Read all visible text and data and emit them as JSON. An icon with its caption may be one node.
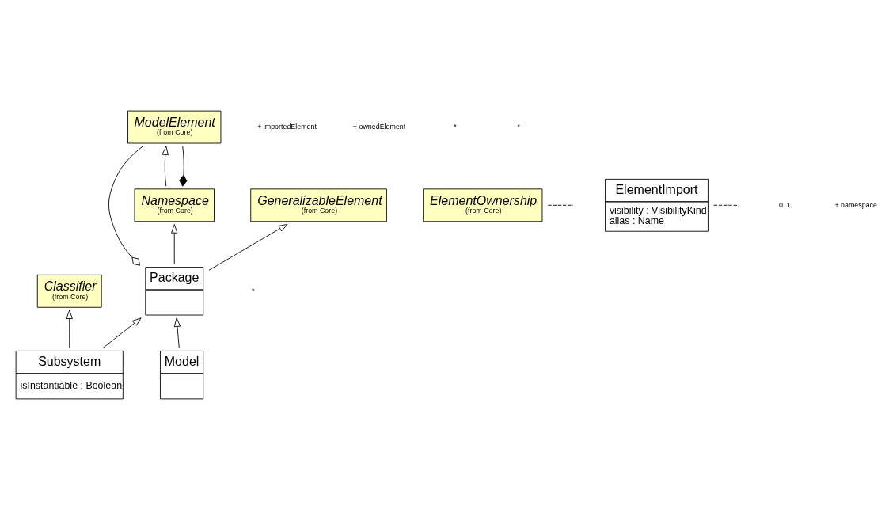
{
  "diagram": {
    "nodes": [
      {
        "text": [
          "ModelElement",
          "(from Core)"
        ]
      },
      {
        "text": [
          "ElementOwnership",
          "(from Core)"
        ]
      },
      {
        "text": [
          "ElementImport",
          "visibility : VisibilityKind",
          "alias : Name"
        ]
      },
      {
        "text": [
          "Namespace",
          "(from Core)"
        ]
      },
      {
        "text": [
          "GeneralizableElement",
          "(from Core)"
        ]
      },
      {
        "text": [
          "Classifier",
          "(from Core)"
        ]
      },
      {
        "text": [
          "Package"
        ]
      },
      {
        "text": [
          "Subsystem",
          "isInstantiable : Boolean"
        ]
      },
      {
        "text": [
          "Model"
        ]
      }
    ],
    "edges": [
      {
        "from": 3,
        "to": 0,
        "arrow": "to"
      },
      {
        "from": 6,
        "to": 3,
        "arrow": "to"
      },
      {
        "from": 6,
        "to": 4,
        "arrow": "to"
      },
      {
        "from": 7,
        "to": 5,
        "arrow": "to"
      },
      {
        "from": 7,
        "to": 6,
        "arrow": "to"
      },
      {
        "from": 8,
        "to": 6,
        "arrow": "to"
      },
      {
        "from": 3,
        "to": 0,
        "arrow": "other"
      },
      {
        "from": 6,
        "to": 0,
        "arrow": "other"
      },
      {
        "from": 1,
        "to": null,
        "arrow": "none",
        "style": "dashed"
      },
      {
        "from": 2,
        "to": null,
        "arrow": "none",
        "style": "dashed"
      }
    ],
    "labels": [
      "+ importedElement",
      "+ ownedElement",
      "*",
      "*",
      "0..1",
      "+ namespace",
      "*"
    ]
  }
}
